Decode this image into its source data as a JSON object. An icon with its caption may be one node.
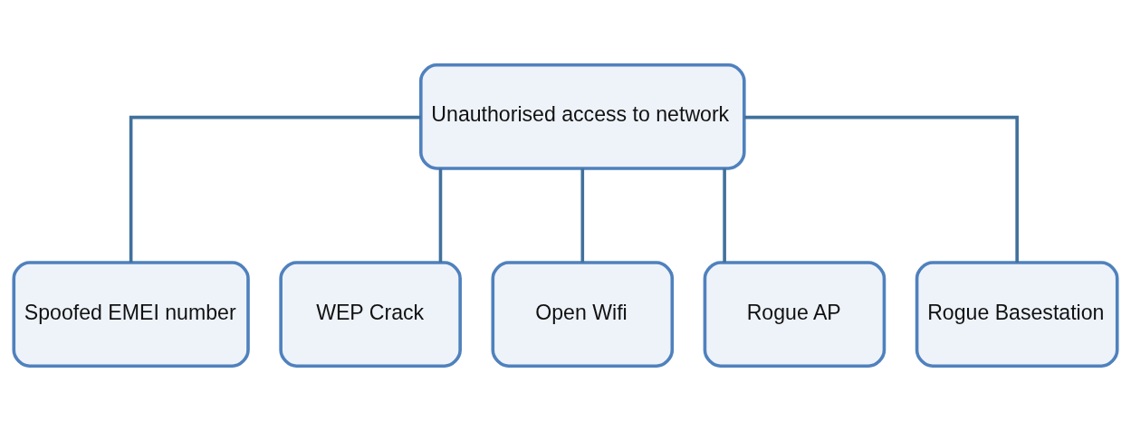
{
  "diagram": {
    "nodes": [
      {
        "text": [
          "Unauthorised access to network"
        ]
      },
      {
        "text": [
          "Spoofed EMEI number"
        ]
      },
      {
        "text": [
          "WEP Crack"
        ]
      },
      {
        "text": [
          "Open Wifi"
        ]
      },
      {
        "text": [
          "Rogue AP"
        ]
      },
      {
        "text": [
          "Rogue Basestation"
        ]
      }
    ],
    "edges": [
      {
        "from": 0,
        "to": 1,
        "arrow": "none"
      },
      {
        "from": 0,
        "to": 2,
        "arrow": "none"
      },
      {
        "from": 0,
        "to": 3,
        "arrow": "none"
      },
      {
        "from": 0,
        "to": 4,
        "arrow": "none"
      },
      {
        "from": 0,
        "to": 5,
        "arrow": "none"
      }
    ]
  }
}
